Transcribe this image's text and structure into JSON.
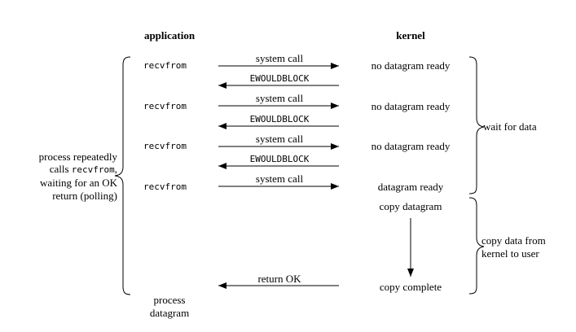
{
  "headers": {
    "application": "application",
    "kernel": "kernel"
  },
  "app_calls": [
    "recvfrom",
    "recvfrom",
    "recvfrom",
    "recvfrom"
  ],
  "arrows": {
    "system_call": "system call",
    "ewouldblock": "EWOULDBLOCK",
    "return_ok": "return OK"
  },
  "kernel_states": {
    "not_ready": "no datagram ready",
    "ready": "datagram ready",
    "copy": "copy datagram",
    "complete": "copy complete"
  },
  "left_note": {
    "line1": "process repeatedly",
    "line2_pre": "calls ",
    "line2_code": "recvfrom",
    "line2_post": ",",
    "line3": "waiting for an OK",
    "line4": "return (polling)"
  },
  "process_datagram": {
    "line1": "process",
    "line2": "datagram"
  },
  "right_notes": {
    "wait": "wait for data",
    "copy_line1": "copy data from",
    "copy_line2": "kernel to user"
  }
}
